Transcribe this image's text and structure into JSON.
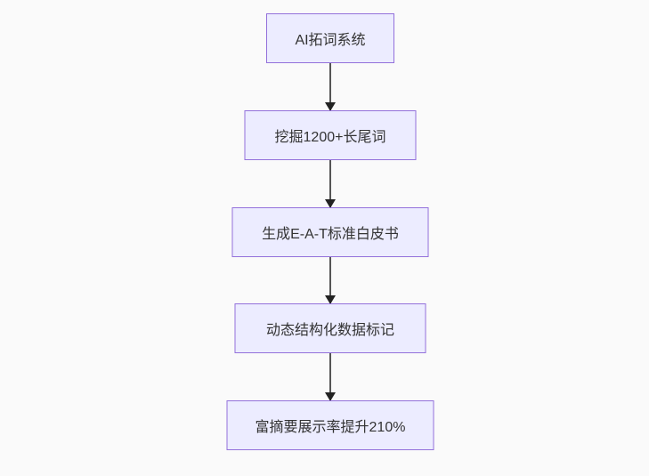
{
  "diagram": {
    "type": "flowchart",
    "direction": "top-down",
    "nodes": [
      {
        "id": "1",
        "label": "AI拓词系统"
      },
      {
        "id": "2",
        "label": "挖掘1200+长尾词"
      },
      {
        "id": "3",
        "label": "生成E-A-T标准白皮书"
      },
      {
        "id": "4",
        "label": "动态结构化数据标记"
      },
      {
        "id": "5",
        "label": "富摘要展示率提升210%"
      }
    ],
    "edges": [
      {
        "from": "1",
        "to": "2"
      },
      {
        "from": "2",
        "to": "3"
      },
      {
        "from": "3",
        "to": "4"
      },
      {
        "from": "4",
        "to": "5"
      }
    ],
    "colors": {
      "node_fill": "#ECECFF",
      "node_border": "#9370DB",
      "arrow_line": "#555555",
      "arrow_head": "#222222",
      "text": "#333333",
      "background": "#fafafa"
    }
  }
}
